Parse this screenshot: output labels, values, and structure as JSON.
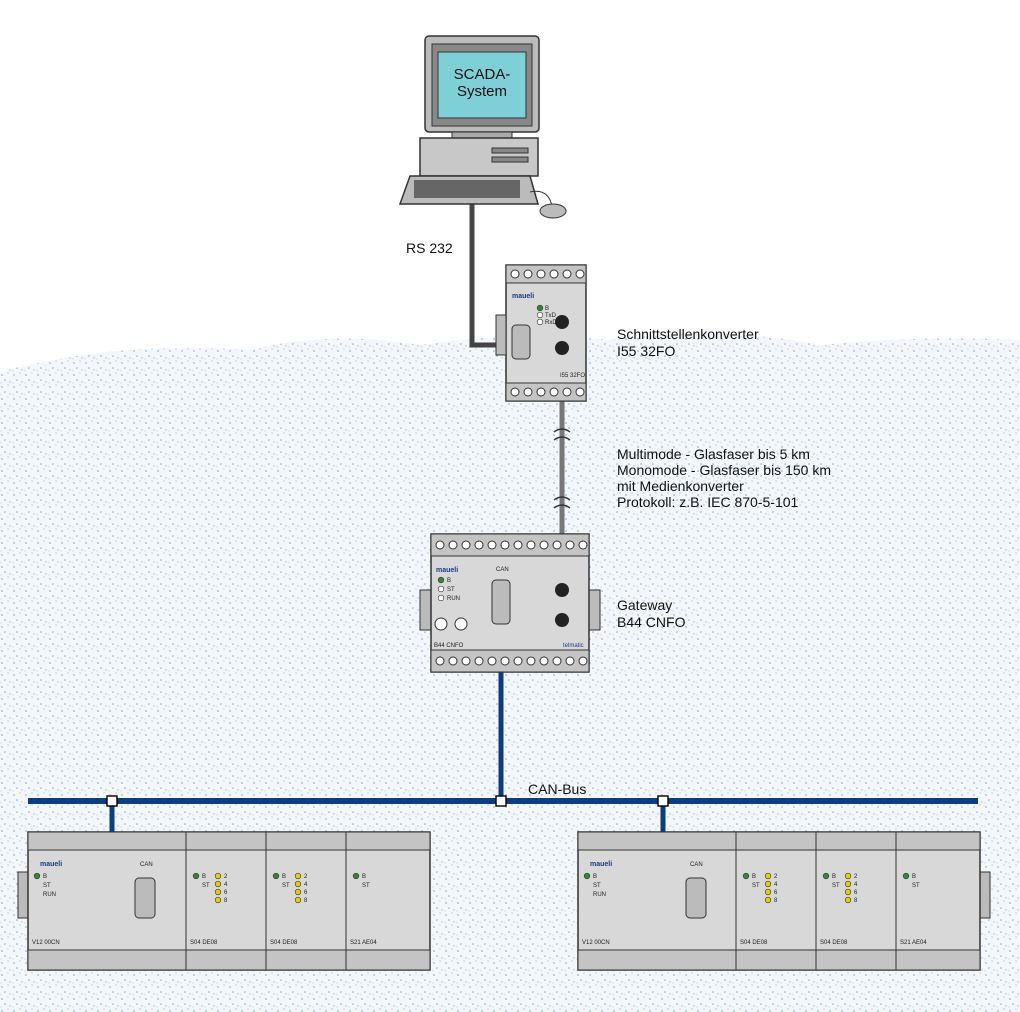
{
  "computer": {
    "screen_lines": [
      "SCADA-",
      "System"
    ]
  },
  "links": {
    "rs232": "RS 232",
    "canbus": "CAN-Bus"
  },
  "converter": {
    "lines": [
      "Schnittstellenkonverter",
      "I55 32FO"
    ],
    "model_tag": "I55 32FO",
    "leds": [
      "B",
      "TxD",
      "RxD"
    ]
  },
  "fiber": {
    "lines": [
      "Multimode - Glasfaser bis 5 km",
      "Monomode - Glasfaser bis 150 km",
      "mit Medienkonverter",
      "Protokoll: z.B. IEC 870-5-101"
    ]
  },
  "gateway": {
    "lines": [
      "Gateway",
      "B44 CNFO"
    ],
    "model_tag": "B44 CNFO",
    "can_label": "CAN",
    "leds": [
      "B",
      "ST",
      "RUN"
    ],
    "brand": "telmatic"
  },
  "brand_logo": "maueli",
  "station_left": {
    "modules": [
      {
        "tag": "V12 00CN",
        "kind": "cpu",
        "leds": [
          "B",
          "ST",
          "RUN"
        ],
        "can": "CAN"
      },
      {
        "tag": "S04 DE08",
        "kind": "io",
        "leds": [
          "B",
          "ST"
        ],
        "io": [
          "2",
          "4",
          "6",
          "8"
        ]
      },
      {
        "tag": "S04 DE08",
        "kind": "io",
        "leds": [
          "B",
          "ST"
        ],
        "io": [
          "2",
          "4",
          "6",
          "8"
        ]
      },
      {
        "tag": "S21 AE04",
        "kind": "io",
        "leds": [
          "B",
          "ST"
        ],
        "io": []
      }
    ]
  },
  "station_right": {
    "modules": [
      {
        "tag": "V12 00CN",
        "kind": "cpu",
        "leds": [
          "B",
          "ST",
          "RUN"
        ],
        "can": "CAN"
      },
      {
        "tag": "S04 DE08",
        "kind": "io",
        "leds": [
          "B",
          "ST"
        ],
        "io": [
          "2",
          "4",
          "6",
          "8"
        ]
      },
      {
        "tag": "S04 DE08",
        "kind": "io",
        "leds": [
          "B",
          "ST"
        ],
        "io": [
          "2",
          "4",
          "6",
          "8"
        ]
      },
      {
        "tag": "S21 AE04",
        "kind": "io",
        "leds": [
          "B",
          "ST"
        ],
        "io": []
      }
    ]
  },
  "colors": {
    "bus": "#0b3d82",
    "rs_cable": "#444444",
    "fiber": "#777777",
    "module": "#d8d8d8",
    "speckle": "#9fb4d2",
    "led_green": "#2e8b2e",
    "led_yellow": "#e8d000"
  }
}
